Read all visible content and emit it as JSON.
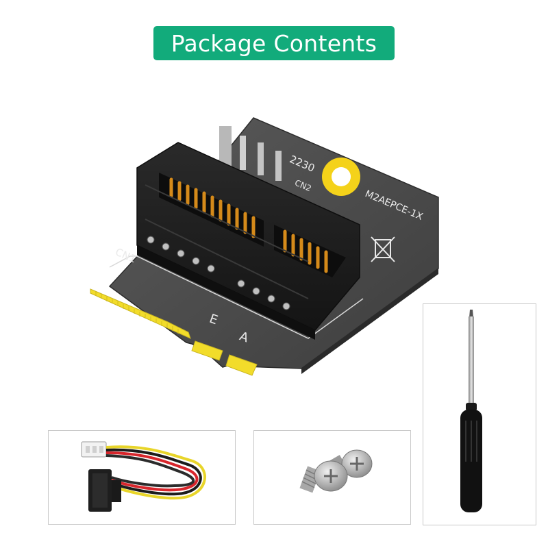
{
  "banner": {
    "title": "Package Contents",
    "color": "#12ab7b"
  },
  "board": {
    "model_label": "M2AEPCE-1X",
    "size_label": "2230",
    "connector1_label": "CN1",
    "connector2_label": "CN2",
    "key_e_label": "E",
    "key_a_label": "A",
    "pcb_color": "#505050",
    "gold_color": "#f2dc2a",
    "slot_color": "#1f1f1f",
    "pin_color": "#d58a1a"
  },
  "items": [
    {
      "name": "sata-power-cable",
      "icon": "cable-icon"
    },
    {
      "name": "screws",
      "icon": "screw-icon"
    },
    {
      "name": "screwdriver",
      "icon": "screwdriver-icon"
    }
  ]
}
